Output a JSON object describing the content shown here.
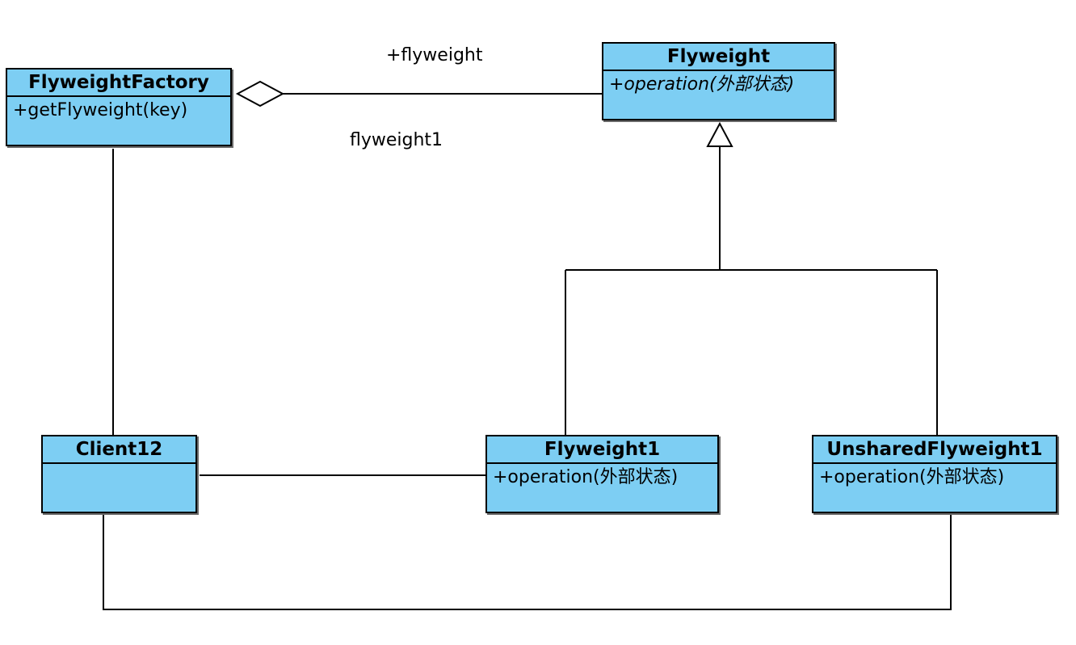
{
  "classes": {
    "flyweight_factory": {
      "name": "FlyweightFactory",
      "operation": "+getFlyweight(key)"
    },
    "flyweight": {
      "name": "Flyweight",
      "operation": "+operation(外部状态)"
    },
    "client": {
      "name": "Client12",
      "operation": ""
    },
    "concrete_flyweight": {
      "name": "Flyweight1",
      "operation": "+operation(外部状态)"
    },
    "unshared_flyweight": {
      "name": "UnsharedFlyweight1",
      "operation": "+operation(外部状态)"
    }
  },
  "labels": {
    "aggregation_role": "+flyweight",
    "aggregation_name": "flyweight1"
  },
  "colors": {
    "class_fill": "#7dcef3",
    "line": "#000000"
  }
}
